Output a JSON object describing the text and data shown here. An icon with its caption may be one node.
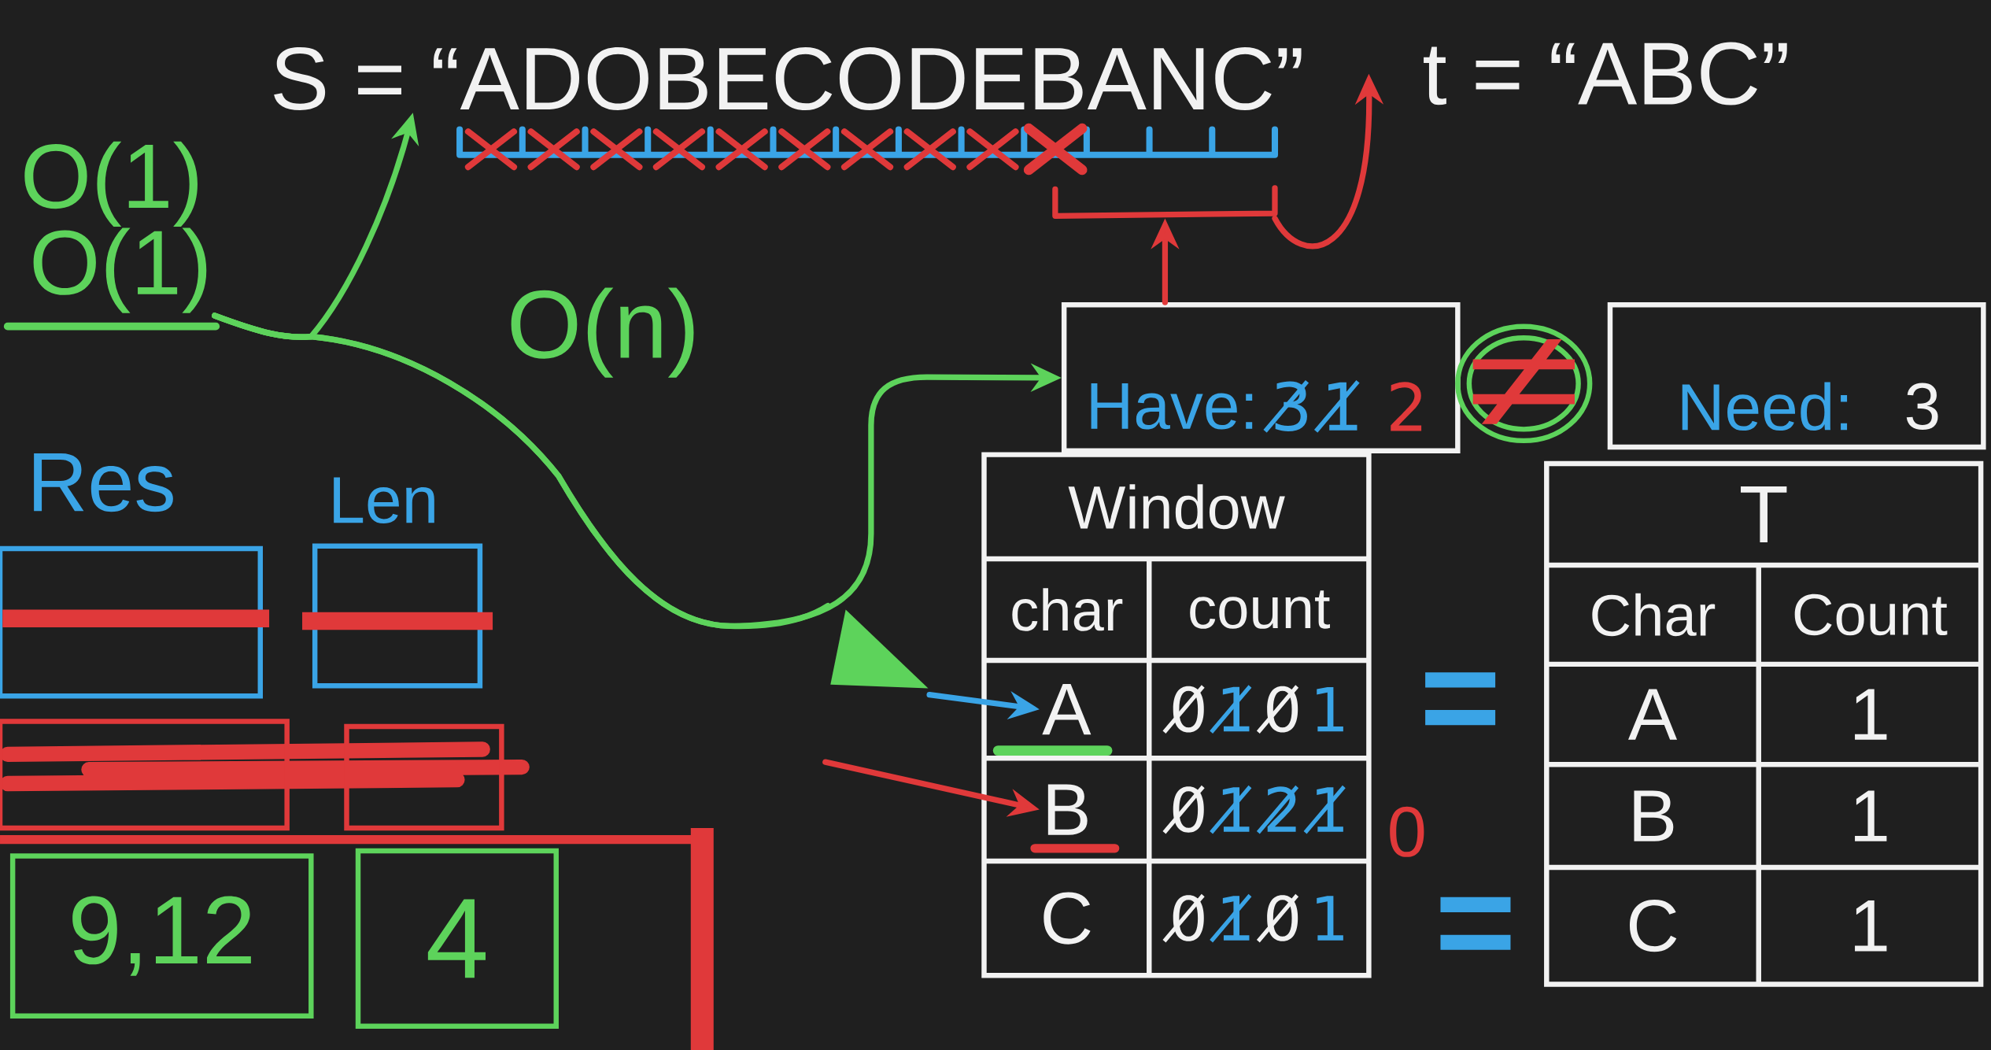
{
  "diagram": {
    "nodes": [
      {
        "text": [
          "S = “ADOBECODEBANC”"
        ]
      },
      {
        "text": [
          "O(1)"
        ]
      },
      {
        "text": [
          "O(1)"
        ]
      },
      {
        "text": [],
        "shape": "bracket"
      },
      {
        "text": [
          "Have:",
          "3̸",
          "1̸",
          "2"
        ]
      },
      {
        "text": [
          "≠"
        ]
      },
      {
        "text": [
          "Need:",
          "3"
        ]
      },
      {
        "text": [
          "Res"
        ]
      },
      {
        "text": [
          "Len"
        ]
      },
      {
        "text": [
          "Window"
        ]
      },
      {
        "text": [
          "char"
        ],
        "in": 9
      },
      {
        "text": [
          "count"
        ],
        "in": 9
      },
      {
        "text": [
          "A"
        ],
        "in": 9
      },
      {
        "text": [
          "0̸",
          "1̸",
          "0̸",
          "1"
        ],
        "in": 9
      },
      {
        "text": [
          "B"
        ],
        "in": 9
      },
      {
        "text": [
          "0̸",
          "1̸",
          "2̸",
          "1̸"
        ],
        "in": 9,
        "beside": [
          "0"
        ]
      },
      {
        "text": [
          "C"
        ],
        "in": 9
      },
      {
        "text": [
          "0̸",
          "1̸",
          "0̸",
          "1"
        ],
        "in": 9
      },
      {
        "text": [
          "T"
        ]
      },
      {
        "text": [
          "Char"
        ],
        "in": 18
      },
      {
        "text": [
          "Count"
        ],
        "in": 18
      },
      {
        "text": [
          "A"
        ],
        "in": 18
      },
      {
        "text": [
          "1"
        ],
        "in": 18
      },
      {
        "text": [
          "B"
        ],
        "in": 18
      },
      {
        "text": [
          "1"
        ],
        "in": 18
      },
      {
        "text": [
          "C"
        ],
        "in": 18
      },
      {
        "text": [
          "1"
        ],
        "in": 18
      },
      {
        "text": [],
        "shape": "triangle"
      },
      {
        "text": [],
        "shape": "box"
      },
      {
        "text": [],
        "shape": "box"
      },
      {
        "text": [
          "9,12"
        ]
      },
      {
        "text": [
          "4"
        ]
      }
    ],
    "edges": [
      {
        "from": 2,
        "to": 0,
        "arrow": "to",
        "color": "#5dd35b"
      },
      {
        "from": 2,
        "to": 4,
        "arrow": "to",
        "color": "#5dd35b"
      },
      {
        "from": 2,
        "to": 27,
        "arrow": "none",
        "color": "#5dd35b"
      },
      {
        "from": 27,
        "to": 12,
        "arrow": "to",
        "color": "#3aa4e6"
      },
      {
        "from": null,
        "to": 14,
        "arrow": "to",
        "color": "#e0393a"
      },
      {
        "from": 4,
        "to": 3,
        "arrow": "to",
        "color": "#e0393a"
      },
      {
        "from": 3,
        "to": null,
        "arrow": "to",
        "color": "#e0393a"
      }
    ],
    "labels": [
      "t = “ABC”",
      "O(n)",
      "=",
      "="
    ]
  }
}
